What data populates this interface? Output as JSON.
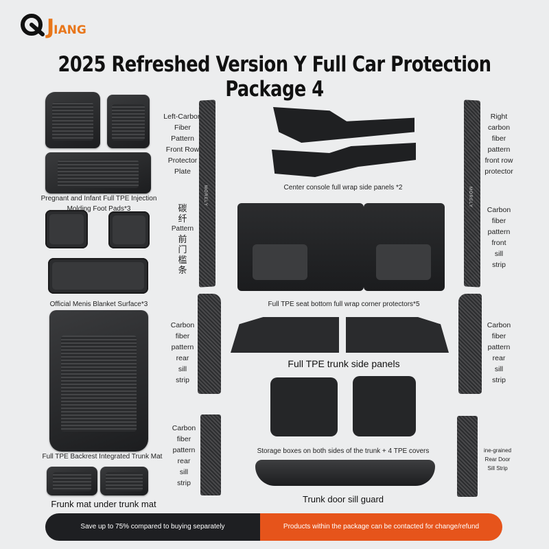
{
  "brand": {
    "name_big": "J",
    "name_rest": "IANG",
    "accent": "#e8761a"
  },
  "title": "2025 Refreshed Version Y Full Car Protection Package 4",
  "captions": {
    "foot_pads": "Pregnant and Infant Full TPE Injection Molding Foot Pads*3",
    "blanket": "Official Menis Blanket Surface*3",
    "backrest_mat": "Full TPE Backrest Integrated Trunk Mat",
    "frunk_mat": "Frunk mat under trunk mat",
    "left_front_protector": [
      "Left-Carbon",
      "Fiber",
      "Pattern",
      "Front Row",
      "Protector",
      "Plate"
    ],
    "chinese_label": [
      "碳",
      "纤",
      "Pattern",
      "前",
      "门",
      "槛",
      "条"
    ],
    "center_console": "Center console full wrap side panels *2",
    "seat_bottom": "Full TPE seat bottom full wrap corner protectors*5",
    "trunk_side": "Full TPE trunk side panels",
    "storage_boxes": "Storage boxes on both sides of the trunk + 4 TPE covers",
    "trunk_door": "Trunk door sill guard",
    "right_front_protector": [
      "Right",
      "carbon",
      "fiber",
      "pattern",
      "front row",
      "protector"
    ],
    "right_front_sill": [
      "Carbon",
      "fiber",
      "pattern",
      "front",
      "sill",
      "strip"
    ],
    "left_rear_sill": [
      "Carbon",
      "fiber",
      "pattern",
      "rear",
      "sill",
      "strip"
    ],
    "right_rear_sill": [
      "Carbon",
      "fiber",
      "pattern",
      "rear",
      "sill",
      "strip"
    ],
    "left_rear_door": [
      "Carbon",
      "fiber",
      "pattern",
      "rear",
      "sill",
      "strip"
    ],
    "right_rear_door": [
      "ine-grained",
      "Rear Door",
      "Sill Strip"
    ],
    "strip_brand": "MORELY"
  },
  "banner": {
    "left": "Save up to 75% compared to buying separately",
    "right": "Products within the package can be contacted for change/refund",
    "left_color": "#1e1f22",
    "right_color": "#e6541b"
  }
}
